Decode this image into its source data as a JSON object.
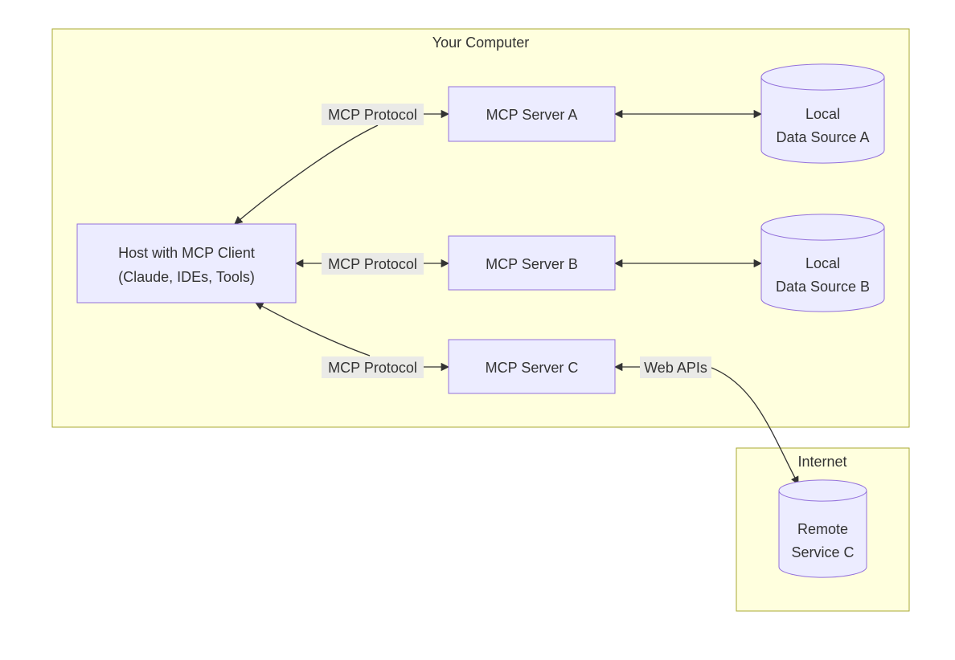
{
  "clusters": {
    "computer": {
      "label": "Your Computer"
    },
    "internet": {
      "label": "Internet"
    }
  },
  "nodes": {
    "host": {
      "line1": "Host with MCP Client",
      "line2": "(Claude, IDEs, Tools)"
    },
    "server_a": {
      "label": "MCP Server A"
    },
    "server_b": {
      "label": "MCP Server B"
    },
    "server_c": {
      "label": "MCP Server C"
    },
    "db_a": {
      "line1": "Local",
      "line2": "Data Source A"
    },
    "db_b": {
      "line1": "Local",
      "line2": "Data Source B"
    },
    "remote_c": {
      "line1": "Remote",
      "line2": "Service C"
    }
  },
  "edges": {
    "host_to_a": {
      "label": "MCP Protocol"
    },
    "host_to_b": {
      "label": "MCP Protocol"
    },
    "host_to_c": {
      "label": "MCP Protocol"
    },
    "c_to_remote": {
      "label": "Web APIs"
    }
  },
  "colors": {
    "cluster_fill": "#ffffde",
    "cluster_stroke": "#aaaa33",
    "node_fill": "#ececff",
    "node_stroke": "#9370db",
    "edge": "#333333",
    "edge_label_bg": "#e8e8e8"
  }
}
